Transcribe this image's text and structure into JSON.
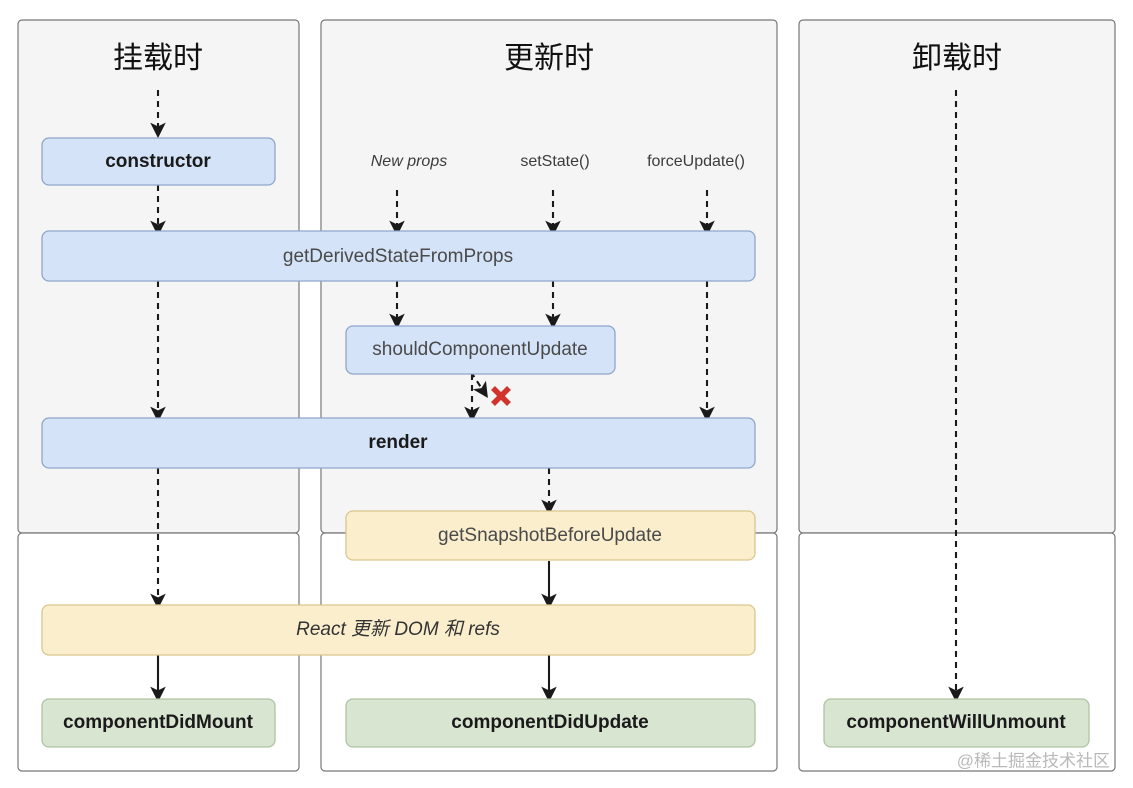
{
  "diagram": {
    "title_columns": [
      {
        "id": "mount",
        "label": "挂载时"
      },
      {
        "id": "update",
        "label": "更新时"
      },
      {
        "id": "unmount",
        "label": "卸载时"
      }
    ],
    "triggers": [
      {
        "id": "new-props",
        "label": "New props",
        "style": "italic"
      },
      {
        "id": "set-state",
        "label": "setState()",
        "style": "normal"
      },
      {
        "id": "force-update",
        "label": "forceUpdate()",
        "style": "normal"
      }
    ],
    "nodes": [
      {
        "id": "constructor",
        "label": "constructor",
        "color": "blue",
        "weight": "bold"
      },
      {
        "id": "get-derived-state-from-props",
        "label": "getDerivedStateFromProps",
        "color": "blue",
        "weight": "normal"
      },
      {
        "id": "should-component-update",
        "label": "shouldComponentUpdate",
        "color": "blue",
        "weight": "normal"
      },
      {
        "id": "render",
        "label": "render",
        "color": "blue",
        "weight": "bold"
      },
      {
        "id": "get-snapshot-before-update",
        "label": "getSnapshotBeforeUpdate",
        "color": "yellow",
        "weight": "normal"
      },
      {
        "id": "react-updates-dom",
        "label": "React 更新 DOM 和 refs",
        "color": "yellow",
        "weight": "italic"
      },
      {
        "id": "component-did-mount",
        "label": "componentDidMount",
        "color": "green",
        "weight": "bold"
      },
      {
        "id": "component-did-update",
        "label": "componentDidUpdate",
        "color": "green",
        "weight": "bold"
      },
      {
        "id": "component-will-unmount",
        "label": "componentWillUnmount",
        "color": "green",
        "weight": "bold"
      }
    ],
    "annotations": {
      "skip_render_mark": "✕"
    },
    "watermark": "@稀土掘金技术社区",
    "colors": {
      "blue_fill": "#d4e3f8",
      "blue_stroke": "#8fa6cb",
      "yellow_fill": "#fbeecd",
      "yellow_stroke": "#d9c78d",
      "green_fill": "#d8e5d1",
      "green_stroke": "#aec3a4",
      "panel_fill": "#f5f5f5",
      "panel_stroke": "#777777",
      "x_mark": "#d0342c",
      "watermark": "#b9b9b9"
    }
  }
}
